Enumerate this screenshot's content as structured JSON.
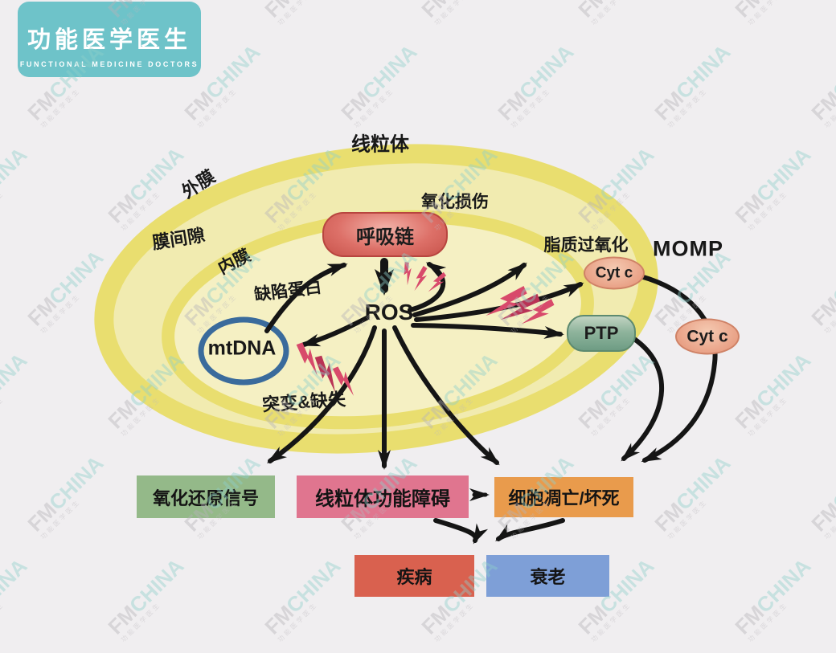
{
  "logo": {
    "title": "功能医学医生",
    "subtitle": "FUNCTIONAL MEDICINE DOCTORS"
  },
  "watermark": {
    "fm": "FM",
    "china": "CHINA",
    "sub": "功能医学医生"
  },
  "diagram": {
    "labels": {
      "mitochondria": "线粒体",
      "outer_membrane": "外膜",
      "intermembrane_space": "膜间隙",
      "inner_membrane": "内膜",
      "defective_protein": "缺陷蛋白",
      "oxidative_damage": "氧化损伤",
      "lipid_peroxidation": "脂质过氧化",
      "momp": "MOMP",
      "mutation_deletion": "突变&缺失",
      "ros": "ROS"
    },
    "nodes": {
      "respiratory_chain": "呼吸链",
      "mtdna": "mtDNA",
      "cyt_c_inner": "Cyt c",
      "cyt_c_outer": "Cyt c",
      "ptp": "PTP"
    },
    "boxes": {
      "redox_signal": "氧化还原信号",
      "mito_dysfunction": "线粒体功能障碍",
      "apoptosis_necrosis": "细胞凋亡/坏死",
      "disease": "疾病",
      "aging": "衰老"
    },
    "colors": {
      "logo_teal": "#6ec3c9",
      "background": "#f0eef0",
      "membrane_ring": "#e9de6f",
      "intermembrane_fill": "#f1ebb0",
      "matrix_fill": "#f5f0c3",
      "mtdna_ring": "#3a6b9c",
      "bolt_crimson": "#d84a6b",
      "bolt_dark": "#b93355",
      "respiratory_red": "#d4635a",
      "cytc_salmon": "#e9a287",
      "ptp_green": "#6e9c84",
      "redox_green": "#94b989",
      "dysfunction_pink": "#e0758f",
      "apoptosis_orange": "#e99b4c",
      "disease_red": "#d9614f",
      "aging_blue": "#7e9fd7",
      "arrow_black": "#151515"
    }
  }
}
